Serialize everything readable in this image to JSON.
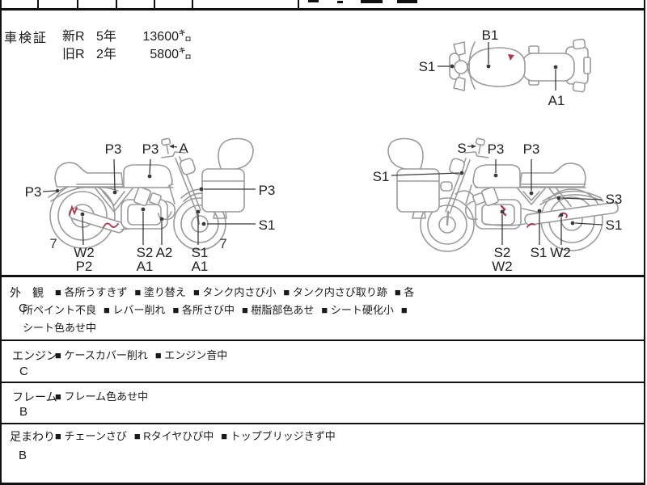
{
  "bullet": "■",
  "colors": {
    "line": "#9b9b9b",
    "leader": "#3a3a3a",
    "ink": "#1a1a1a",
    "mark": "#a83a50"
  },
  "registration": {
    "title": "車検証",
    "rows": [
      {
        "era": "新R",
        "years": "5年",
        "distance": "13600㌔"
      },
      {
        "era": "旧R",
        "years": "2年",
        "distance": "5800㌔"
      }
    ]
  },
  "diagrams": {
    "top": {
      "labels": [
        "S1",
        "B1",
        "A1"
      ]
    },
    "left": {
      "labels": [
        "P3",
        "P3",
        "A",
        "P3",
        "P3",
        "S1",
        "7",
        "7",
        "W2",
        "P2",
        "S2",
        "A2",
        "A1",
        "S1",
        "A1"
      ]
    },
    "right": {
      "labels": [
        "S",
        "P3",
        "P3",
        "S1",
        "S3",
        "S1",
        "S2",
        "W2",
        "S1",
        "W2"
      ]
    }
  },
  "sections": [
    {
      "name": "外　観",
      "grade": "C",
      "items": [
        "各所うすきず",
        "塗り替え",
        "タンク内さび小",
        "タンク内さび取り跡",
        "各所ペイント不良",
        "レバー削れ",
        "各所さび中",
        "樹脂部色あせ",
        "シート硬化小",
        "シート色あせ中"
      ]
    },
    {
      "name": "エンジン",
      "grade": "C",
      "items": [
        "ケースカバー削れ",
        "エンジン音中"
      ]
    },
    {
      "name": "フレーム",
      "grade": "B",
      "items": [
        "フレーム色あせ中"
      ]
    },
    {
      "name": "足まわり",
      "grade": "B",
      "items": [
        "チェーンさび",
        "Rタイヤひび中",
        "トップブリッジきず中"
      ]
    }
  ]
}
